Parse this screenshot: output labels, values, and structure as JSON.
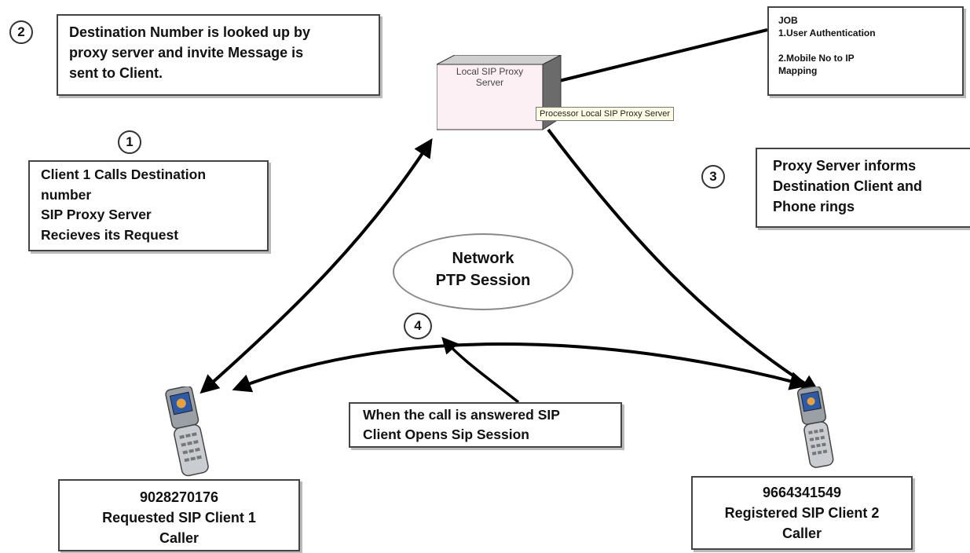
{
  "steps": {
    "s1": "1",
    "s2": "2",
    "s3": "3",
    "s4": "4"
  },
  "box_step2": {
    "lines": [
      "Destination Number is looked up by",
      "proxy server and invite Message is",
      "sent to Client."
    ]
  },
  "box_step1": {
    "lines": [
      "Client 1 Calls Destination",
      "number",
      "SIP Proxy Server",
      "Recieves its Request"
    ]
  },
  "box_step3": {
    "lines": [
      "Proxy Server informs",
      "Destination Client and",
      "Phone rings"
    ]
  },
  "box_step4": {
    "lines": [
      "When the call is answered SIP",
      "Client Opens Sip Session"
    ]
  },
  "job_box": {
    "title": "JOB",
    "item1": "1.User Authentication",
    "item2a": "2.Mobile No to IP",
    "item2b": "Mapping"
  },
  "server": {
    "label_line1": "Local SIP Proxy",
    "label_line2": "Server",
    "tooltip": "Processor Local SIP Proxy Server",
    "front_color": "#fdf0f4",
    "side_color": "#6b6b6b"
  },
  "network": {
    "line1": "Network",
    "line2": "PTP Session"
  },
  "client1": {
    "number": "9028270176",
    "role": "Requested SIP Client 1",
    "status": "Caller"
  },
  "client2": {
    "number": "9664341549",
    "role": "Registered SIP Client 2",
    "status": "Caller"
  },
  "colors": {
    "arrow": "#000000",
    "box_border": "#444444",
    "ellipse_border": "#888888"
  }
}
